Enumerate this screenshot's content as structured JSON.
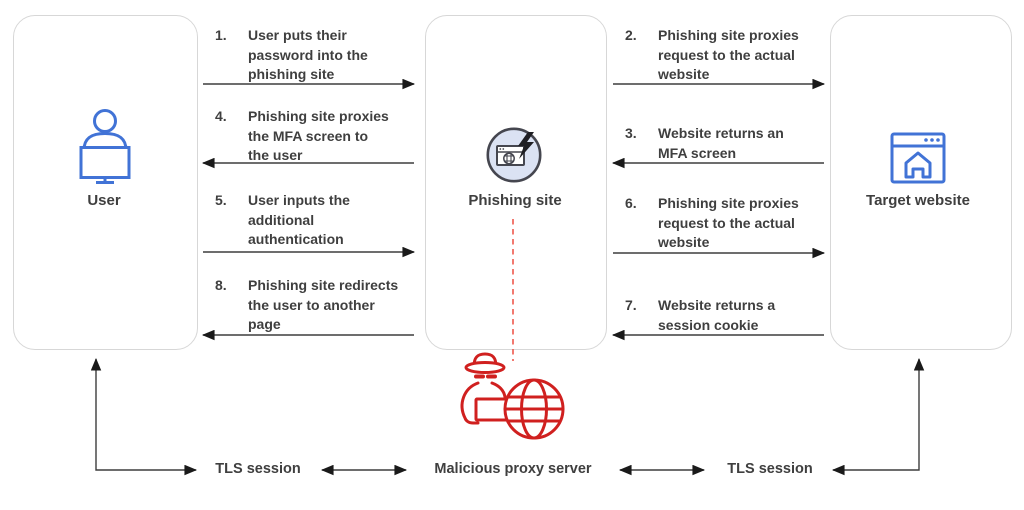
{
  "nodes": {
    "user": {
      "label": "User",
      "icon": "user-monitor-icon"
    },
    "phishing": {
      "label": "Phishing site",
      "icon": "phishing-browser-bolt-icon"
    },
    "target": {
      "label": "Target website",
      "icon": "browser-home-icon"
    }
  },
  "steps": [
    {
      "num": "1.",
      "text": "User puts their\npassword into the\nphishing site",
      "direction": "user-to-phishing"
    },
    {
      "num": "2.",
      "text": "Phishing site proxies\nrequest to the actual\nwebsite",
      "direction": "phishing-to-target"
    },
    {
      "num": "3.",
      "text": "Website returns an\nMFA screen",
      "direction": "target-to-phishing"
    },
    {
      "num": "4.",
      "text": "Phishing site proxies\nthe MFA screen to\nthe user",
      "direction": "phishing-to-user"
    },
    {
      "num": "5.",
      "text": "User inputs the\nadditional\nauthentication",
      "direction": "user-to-phishing"
    },
    {
      "num": "6.",
      "text": "Phishing site proxies\nrequest to the actual\nwebsite",
      "direction": "phishing-to-target"
    },
    {
      "num": "7.",
      "text": "Website returns a\nsession cookie",
      "direction": "target-to-phishing"
    },
    {
      "num": "8.",
      "text": "Phishing site redirects\nthe user to another\npage",
      "direction": "phishing-to-user"
    }
  ],
  "bottom": {
    "tls_left": "TLS session",
    "proxy_label": "Malicious proxy server",
    "tls_right": "TLS session",
    "proxy_icon": "spy-globe-icon"
  },
  "colors": {
    "node_icon_blue": "#4173d6",
    "malicious_red": "#d0201f",
    "dashed_red": "#ef584c",
    "text": "#3f3f3f",
    "box_border": "#d7d7d7",
    "phishing_badge_fill": "#dbe2f3",
    "phishing_badge_stroke": "#45464f",
    "arrow_line": "#3d3d3d",
    "arrow_head": "#1a1a1a"
  }
}
